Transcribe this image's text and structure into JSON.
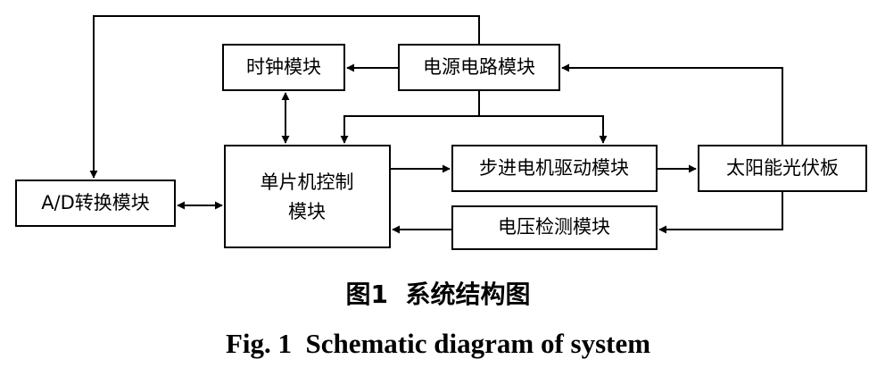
{
  "diagram": {
    "nodes": {
      "clock": "时钟模块",
      "power": "电源电路模块",
      "mcu_line1": "单片机控制",
      "mcu_line2": "模块",
      "stepper": "步进电机驱动模块",
      "solar": "太阳能光伏板",
      "adc": "A/D转换模块",
      "voltage": "电压检测模块"
    },
    "caption_cn": "图1  系统结构图",
    "caption_en": "Fig. 1  Schematic diagram of system"
  }
}
